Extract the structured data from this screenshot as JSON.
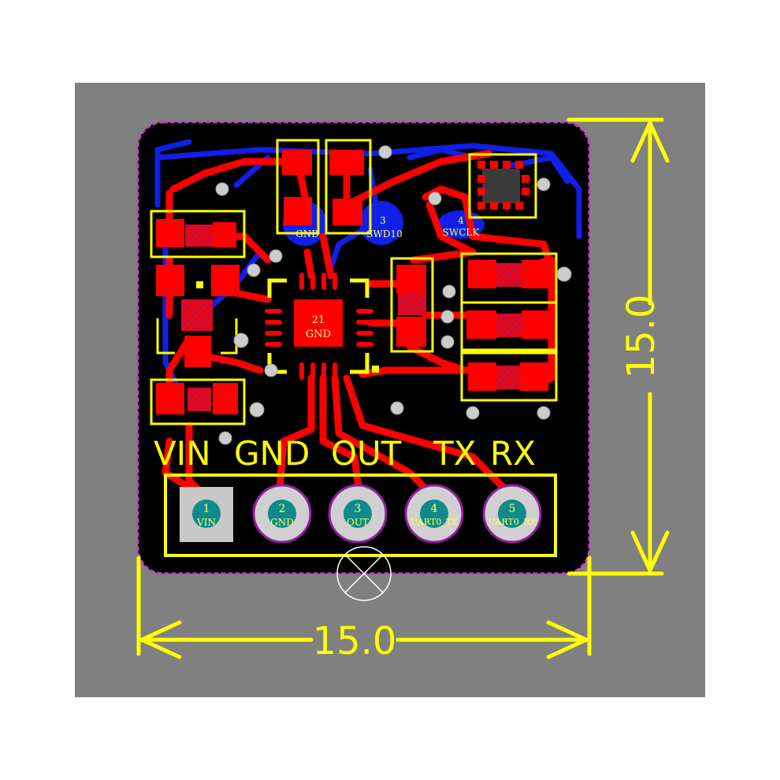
{
  "pcb": {
    "header_labels": [
      "VIN",
      "GND",
      "OUT",
      "TX",
      "RX"
    ],
    "pins": [
      {
        "num": "1",
        "net": "VIN"
      },
      {
        "num": "2",
        "net": "GND"
      },
      {
        "num": "3",
        "net": "OUT"
      },
      {
        "num": "4",
        "net": "UART0_TX"
      },
      {
        "num": "5",
        "net": "UART0_RX"
      }
    ],
    "test_points": [
      {
        "num": "",
        "net": "GND"
      },
      {
        "num": "3",
        "net": "SWD10"
      },
      {
        "num": "4",
        "net": "SWCLK"
      }
    ],
    "ic_center": {
      "num": "21",
      "net": "GND"
    },
    "dimensions": {
      "width": "15.0",
      "height": "15.0"
    },
    "colors": {
      "background": "#808080",
      "board": "#000000",
      "outline": "#c040c0",
      "top_copper": "#ff0000",
      "bottom_copper": "#0000ff",
      "silkscreen": "#ffff00",
      "via": "#c8c8c8",
      "pad_hatch": "#9a2fa0"
    }
  }
}
